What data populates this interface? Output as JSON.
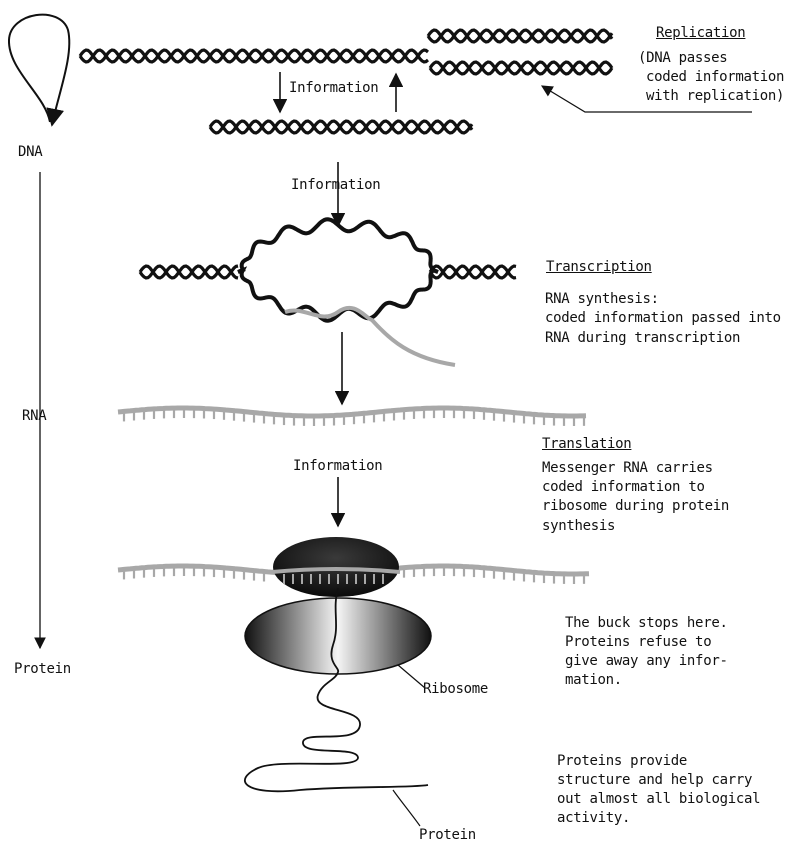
{
  "side_labels": {
    "dna": "DNA",
    "rna": "RNA",
    "protein": "Protein"
  },
  "replication": {
    "title": "Replication",
    "note_line1": "(DNA passes",
    "note_line2": "coded information",
    "note_line3": "with replication)",
    "information": "Information"
  },
  "transcription": {
    "information": "Information",
    "title": "Transcription",
    "line1": "RNA synthesis:",
    "line2": "coded information passed into",
    "line3": "RNA during transcription"
  },
  "translation": {
    "information": "Information",
    "title": "Translation",
    "line1": "Messenger RNA carries",
    "line2": "coded information to",
    "line3": "ribosome during protein",
    "line4": "synthesis"
  },
  "buck_stops": {
    "line1": "The buck stops here.",
    "line2": "Proteins refuse to",
    "line3": "give away any infor-",
    "line4": "mation."
  },
  "ribosome_label": "Ribosome",
  "protein_label": "Protein",
  "protein_note": {
    "line1": "Proteins provide",
    "line2": "structure and help carry",
    "line3": "out almost all biological",
    "line4": "activity."
  },
  "colors": {
    "ink": "#111111",
    "rna_gray": "#a8a8a8",
    "ribosome_dark": "#151515",
    "ribosome_light": "#f2f2f2"
  }
}
